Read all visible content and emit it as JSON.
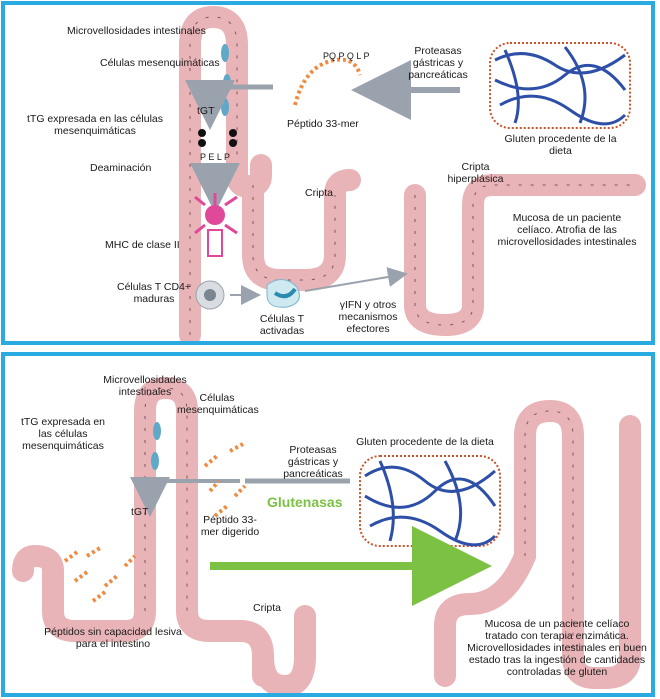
{
  "colors": {
    "border": "#29abe2",
    "villus_fill": "#e9b4b8",
    "villus_stroke": "#7a5a5c",
    "gluten_blue": "#2e4fa8",
    "gluten_orange": "#c8552b",
    "arrow_gray": "#9aa3ad",
    "arrow_green": "#7cc143",
    "mhc_magenta": "#e0489a"
  },
  "top_panel": {
    "microvilli": "Microvellosidades intestinales",
    "mesenchymal_cells": "Células mesenquimáticas",
    "ttg_expressed": "tTG expresada en las células mesenquimáticas",
    "tgt": "tGT",
    "deamination": "Deaminación",
    "peptide_letters_top": "PQ P Q L P",
    "peptide_letters_bottom": "P E L P",
    "peptide_33mer": "Péptido 33-mer",
    "proteases": "Proteasas gástricas y pancreáticas",
    "gluten_source": "Gluten procedente de la dieta",
    "crypt": "Cripta",
    "hyperplastic_crypt": "Cripta hiperplásica",
    "mhc_class_ii": "MHC de clase II",
    "cd4_cells": "Células T CD4+ maduras",
    "activated_t": "Células T activadas",
    "ifn": "γIFN y otros mecanismos efectores",
    "celiac_mucosa": "Mucosa de un paciente celíaco. Atrofia de las microvellosidades intestinales"
  },
  "bottom_panel": {
    "microvilli": "Microvellosidades intestinales",
    "mesenchymal_cells": "Células mesenquimáticas",
    "ttg_expressed": "tTG expresada en las células mesenquimáticas",
    "tgt": "tGT",
    "proteases": "Proteasas gástricas y pancreáticas",
    "gluten_source": "Gluten procedente de la dieta",
    "glutenases": "Glutenasas",
    "digested_peptide": "Péptido 33-mer digerido",
    "crypt": "Cripta",
    "harmless_peptides": "Péptidos sin capacidad lesiva para el intestino",
    "treated_mucosa": "Mucosa de un paciente celíaco tratado con terapia enzimática. Microvellosidades intestinales en buen estado tras la ingestión de cantidades controladas de gluten"
  }
}
